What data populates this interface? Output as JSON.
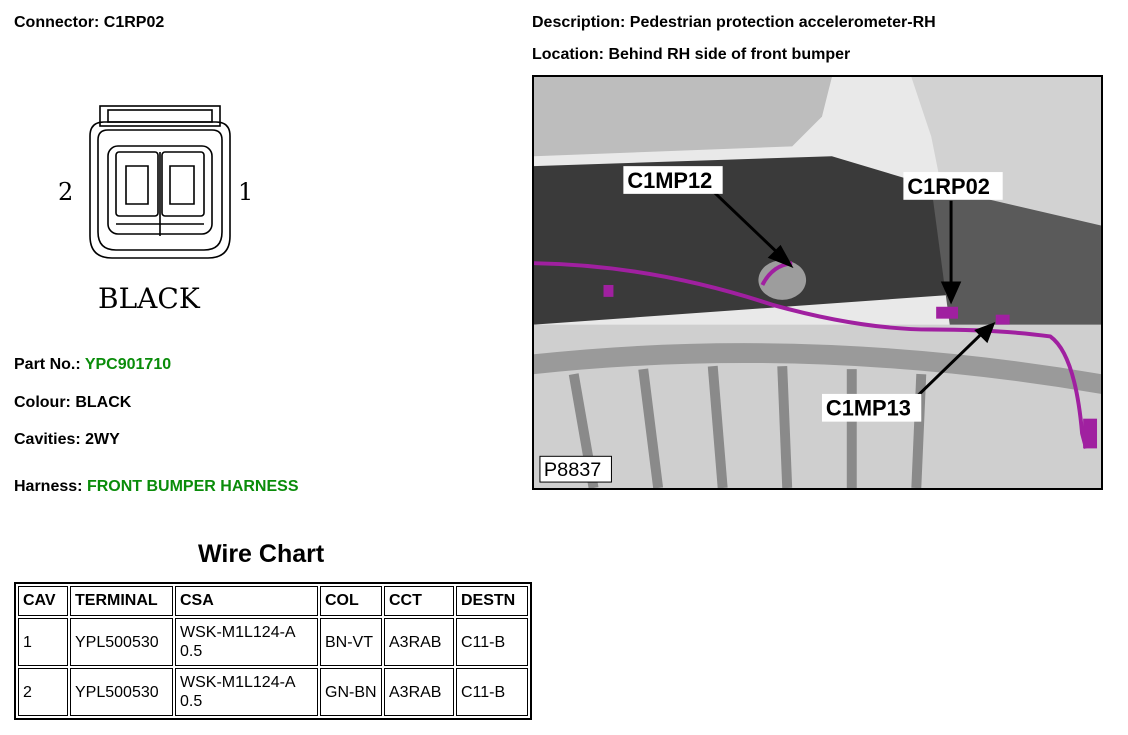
{
  "connector": {
    "label": "Connector:",
    "value": "C1RP02"
  },
  "description": {
    "label": "Description:",
    "value": "Pedestrian protection accelerometer-RH"
  },
  "location": {
    "label": "Location:",
    "value": "Behind RH side of front bumper"
  },
  "diagram": {
    "pin_left": "2",
    "pin_right": "1",
    "color_text": "BLACK"
  },
  "part_no": {
    "label": "Part No.:",
    "value": "YPC901710"
  },
  "colour": {
    "label": "Colour:",
    "value": "BLACK"
  },
  "cavities": {
    "label": "Cavities:",
    "value": "2WY"
  },
  "harness": {
    "label": "Harness:",
    "value": "FRONT BUMPER HARNESS"
  },
  "photo": {
    "callout_1": "C1MP12",
    "callout_2": "C1RP02",
    "callout_3": "C1MP13",
    "ref": "P8837"
  },
  "wire_chart": {
    "title": "Wire Chart",
    "headers": [
      "CAV",
      "TERMINAL",
      "CSA",
      "COL",
      "CCT",
      "DESTN"
    ],
    "rows": [
      [
        "1",
        "YPL500530",
        "WSK-M1L124-A 0.5",
        "BN-VT",
        "A3RAB",
        "C11-B"
      ],
      [
        "2",
        "YPL500530",
        "WSK-M1L124-A 0.5",
        "GN-BN",
        "A3RAB",
        "C11-B"
      ]
    ]
  },
  "colors": {
    "link_green": "#0a8c0a",
    "harness_wire": "#a020a0"
  }
}
